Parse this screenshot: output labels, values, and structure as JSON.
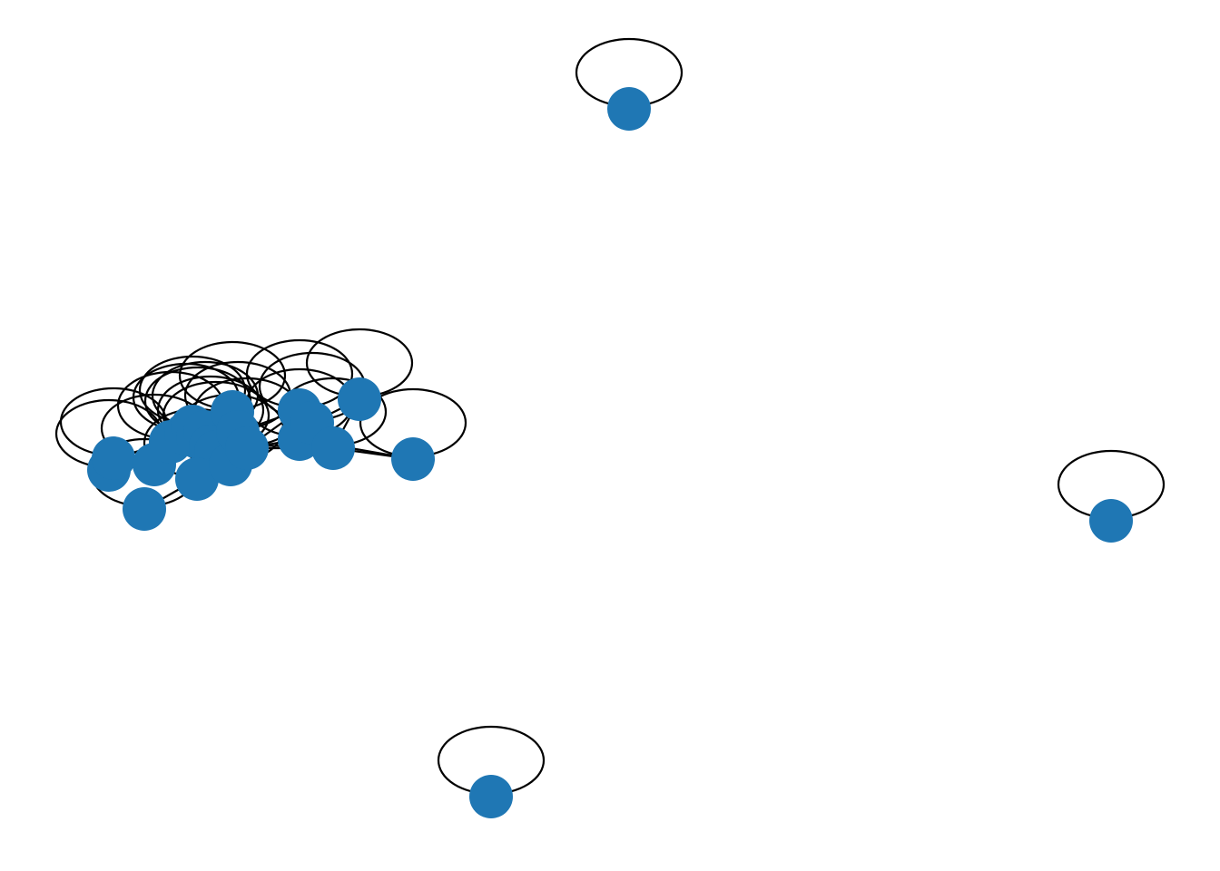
{
  "graph": {
    "directed": false,
    "node_color": "#1f77b4",
    "edge_color": "#000000",
    "self_loops": true,
    "nodes": [
      {
        "id": "n1",
        "self_loop": true
      },
      {
        "id": "n2",
        "self_loop": true
      },
      {
        "id": "n3",
        "self_loop": true
      },
      {
        "id": "n4",
        "self_loop": true
      },
      {
        "id": "n5",
        "self_loop": true
      },
      {
        "id": "n6",
        "self_loop": true
      },
      {
        "id": "n7",
        "self_loop": true
      },
      {
        "id": "n8",
        "self_loop": true
      },
      {
        "id": "n9",
        "self_loop": true
      },
      {
        "id": "n10",
        "self_loop": true
      },
      {
        "id": "n11",
        "self_loop": true
      },
      {
        "id": "n12",
        "self_loop": true
      },
      {
        "id": "n13",
        "self_loop": true
      },
      {
        "id": "n14",
        "self_loop": true
      },
      {
        "id": "n15",
        "self_loop": true
      },
      {
        "id": "n16",
        "self_loop": true
      },
      {
        "id": "n17",
        "self_loop": true
      },
      {
        "id": "n18",
        "self_loop": true
      },
      {
        "id": "n19",
        "self_loop": true
      },
      {
        "id": "n20",
        "self_loop": true
      },
      {
        "id": "n21",
        "self_loop": true
      },
      {
        "id": "n22",
        "self_loop": true
      },
      {
        "id": "n23",
        "self_loop": true
      }
    ],
    "edges": [
      [
        "n8",
        "n9"
      ],
      [
        "n8",
        "n10"
      ],
      [
        "n8",
        "n11"
      ],
      [
        "n8",
        "n12"
      ],
      [
        "n9",
        "n12"
      ],
      [
        "n9",
        "n15"
      ],
      [
        "n10",
        "n11"
      ],
      [
        "n10",
        "n13"
      ],
      [
        "n11",
        "n12"
      ],
      [
        "n11",
        "n14"
      ],
      [
        "n12",
        "n16"
      ],
      [
        "n12",
        "n13"
      ],
      [
        "n13",
        "n14"
      ],
      [
        "n13",
        "n17"
      ],
      [
        "n14",
        "n15"
      ],
      [
        "n15",
        "n16"
      ],
      [
        "n16",
        "n17"
      ],
      [
        "n16",
        "n19"
      ],
      [
        "n17",
        "n18"
      ],
      [
        "n17",
        "n19"
      ],
      [
        "n18",
        "n19"
      ],
      [
        "n18",
        "n20"
      ],
      [
        "n19",
        "n20"
      ],
      [
        "n19",
        "n21"
      ],
      [
        "n19",
        "n23"
      ],
      [
        "n20",
        "n21"
      ],
      [
        "n20",
        "n22"
      ],
      [
        "n21",
        "n22"
      ],
      [
        "n8",
        "n23"
      ],
      [
        "n10",
        "n16"
      ]
    ]
  }
}
